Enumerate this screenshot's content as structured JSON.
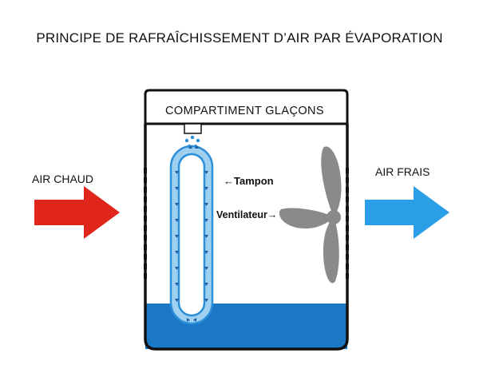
{
  "title": "PRINCIPE DE RAFRAÎCHISSEMENT D’AIR PAR ÉVAPORATION",
  "labels": {
    "air_chaud": "AIR CHAUD",
    "air_frais": "AIR FRAIS",
    "compartment": "COMPARTIMENT GLAÇONS",
    "tampon": "Tampon",
    "ventilateur": "Ventilateur",
    "tampon_arrow": "←",
    "ventilateur_arrow": "→"
  },
  "colors": {
    "hot_air": "#e0251b",
    "cool_air": "#2a9ee6",
    "water": "#1a78c4",
    "pad": "#9fd0f0",
    "pad_border": "#2b8ed8",
    "fan": "#888888",
    "outline": "#111111"
  }
}
